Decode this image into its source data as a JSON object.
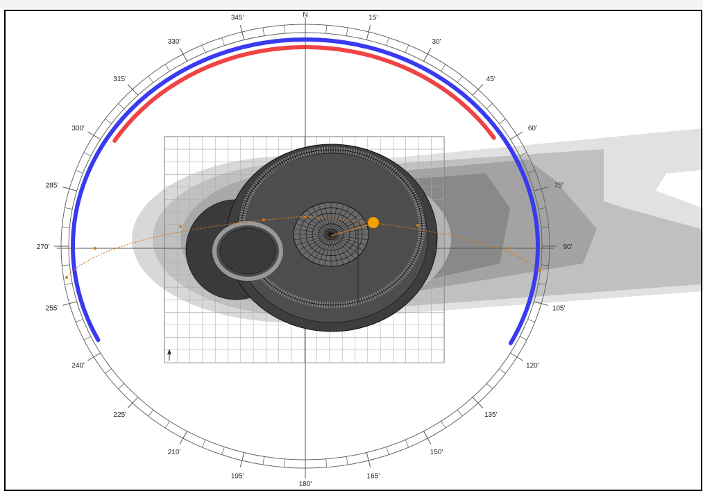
{
  "diagram": {
    "north_label": "N",
    "bearing_labels": [
      {
        "deg": 15,
        "text": "15'"
      },
      {
        "deg": 30,
        "text": "30'"
      },
      {
        "deg": 45,
        "text": "45'"
      },
      {
        "deg": 60,
        "text": "60'"
      },
      {
        "deg": 75,
        "text": "75'"
      },
      {
        "deg": 90,
        "text": "90'"
      },
      {
        "deg": 105,
        "text": "105'"
      },
      {
        "deg": 120,
        "text": "120'"
      },
      {
        "deg": 135,
        "text": "135'"
      },
      {
        "deg": 150,
        "text": "150'"
      },
      {
        "deg": 165,
        "text": "165'"
      },
      {
        "deg": 180,
        "text": "180'"
      },
      {
        "deg": 195,
        "text": "195'"
      },
      {
        "deg": 210,
        "text": "210'"
      },
      {
        "deg": 225,
        "text": "225'"
      },
      {
        "deg": 240,
        "text": "240'"
      },
      {
        "deg": 255,
        "text": "255'"
      },
      {
        "deg": 270,
        "text": "270'"
      },
      {
        "deg": 285,
        "text": "285'"
      },
      {
        "deg": 300,
        "text": "300'"
      },
      {
        "deg": 315,
        "text": "315'"
      },
      {
        "deg": 330,
        "text": "330'"
      },
      {
        "deg": 345,
        "text": "345'"
      }
    ],
    "colors": {
      "blue_arc": "#3a3af0",
      "red_arc": "#f04444",
      "sun_path": "#d07a20",
      "sun": "#f5a000",
      "ring": "#666666",
      "grid": "#aaaaaa",
      "shadow": "#9a9a9a",
      "building_dark": "#2a2a2a",
      "building_mid": "#555555"
    }
  }
}
